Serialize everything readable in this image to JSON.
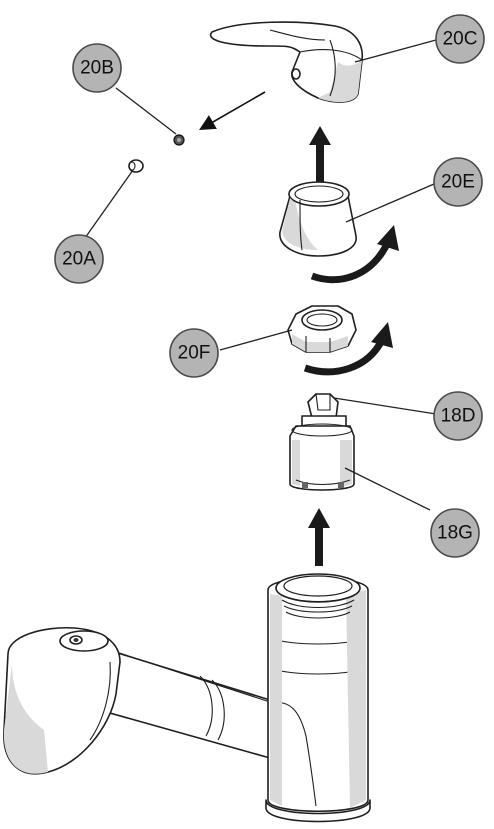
{
  "callouts": [
    {
      "id": "c20c",
      "label": "20C"
    },
    {
      "id": "c20b",
      "label": "20B"
    },
    {
      "id": "c20e",
      "label": "20E"
    },
    {
      "id": "c20a",
      "label": "20A"
    },
    {
      "id": "c20f",
      "label": "20F"
    },
    {
      "id": "c18d",
      "label": "18D"
    },
    {
      "id": "c18g",
      "label": "18G"
    }
  ],
  "colors": {
    "callout_fill": "#b4b4b4",
    "line": "#1f1f1f",
    "background": "#ffffff"
  }
}
